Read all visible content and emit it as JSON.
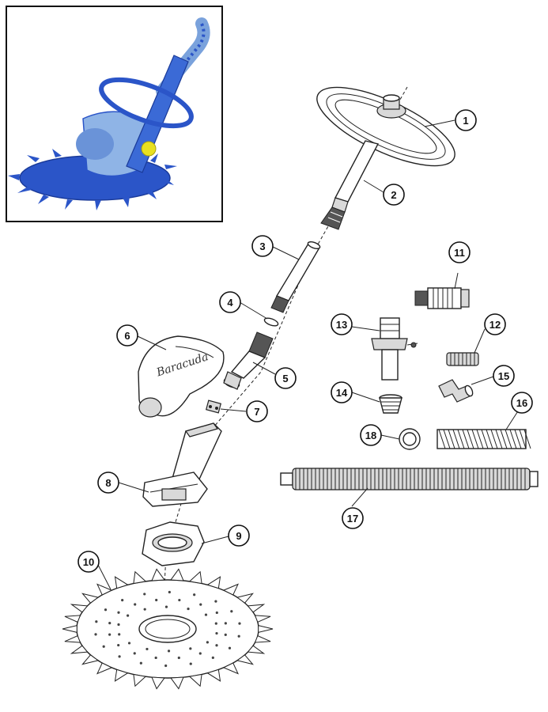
{
  "diagram": {
    "callouts": [
      {
        "id": "c1",
        "label": "1"
      },
      {
        "id": "c2",
        "label": "2"
      },
      {
        "id": "c3",
        "label": "3"
      },
      {
        "id": "c4",
        "label": "4"
      },
      {
        "id": "c5",
        "label": "5"
      },
      {
        "id": "c6",
        "label": "6"
      },
      {
        "id": "c7",
        "label": "7"
      },
      {
        "id": "c8",
        "label": "8"
      },
      {
        "id": "c9",
        "label": "9"
      },
      {
        "id": "c10",
        "label": "10"
      },
      {
        "id": "c11",
        "label": "11"
      },
      {
        "id": "c12",
        "label": "12"
      },
      {
        "id": "c13",
        "label": "13"
      },
      {
        "id": "c14",
        "label": "14"
      },
      {
        "id": "c15",
        "label": "15"
      },
      {
        "id": "c16",
        "label": "16"
      },
      {
        "id": "c17",
        "label": "17"
      },
      {
        "id": "c18",
        "label": "18"
      }
    ]
  },
  "colors": {
    "product_blue": "#2b55c8",
    "product_light_blue": "#8fb4e6",
    "ball_yellow": "#e8e020",
    "line": "#222222"
  }
}
